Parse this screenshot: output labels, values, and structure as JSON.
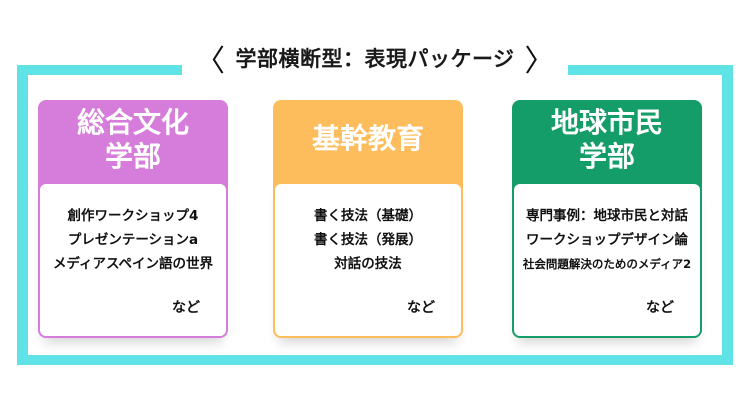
{
  "title": {
    "bracket_left": "〈",
    "text": "学部横断型：表現パッケージ",
    "bracket_right": "〉"
  },
  "colors": {
    "frame": "#5fe3e6",
    "card1": "#d67ddb",
    "card2": "#fdbd5c",
    "card3": "#149d68"
  },
  "cards": [
    {
      "title_line1": "総合文化",
      "title_line2": "学部",
      "items": [
        "創作ワークショップ4",
        "プレゼンテーションa",
        "メディアスペイン語の世界"
      ],
      "suffix": "など"
    },
    {
      "title_line1": "基幹教育",
      "title_line2": "",
      "items": [
        "書く技法（基礎）",
        "書く技法（発展）",
        "対話の技法"
      ],
      "suffix": "など"
    },
    {
      "title_line1": "地球市民",
      "title_line2": "学部",
      "items": [
        "専門事例：地球市民と対話",
        "ワークショップデザイン論",
        "社会問題解決のためのメディア2"
      ],
      "suffix": "など"
    }
  ]
}
